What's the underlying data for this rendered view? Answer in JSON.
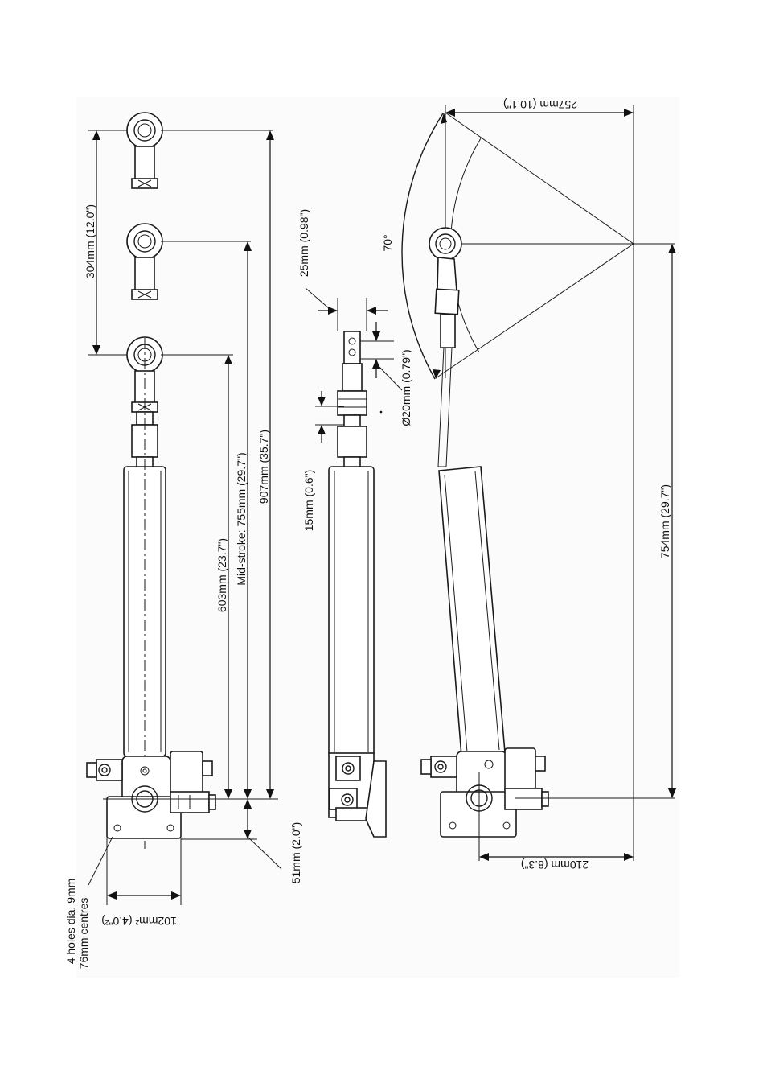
{
  "labels": {
    "retracted_pitch": "304mm (12.0\")",
    "closed_length": "603mm (23.7\")",
    "mid_stroke": "Mid-stroke: 755mm (29.7\")",
    "open_length": "907mm (35.7\")",
    "base_offset": "51mm (2.0\")",
    "base_square": "102mm² (4.0\"²)",
    "holes_line1": "4 holes dia. 9mm",
    "holes_line2": "76mm centres",
    "eye_width": "25mm (0.98\")",
    "bore_dia": "Ø20mm (0.79\")",
    "thread_len": "15mm (0.6\")",
    "swing_angle": "70°",
    "swing_radius": "257mm (10.1\")",
    "mid_length_side": "754mm (29.7\")",
    "mount_offset": "210mm (8.3\")"
  },
  "colors": {
    "line": "#1a1a1a",
    "shade": "#dcdcdc",
    "background": "#ffffff"
  }
}
